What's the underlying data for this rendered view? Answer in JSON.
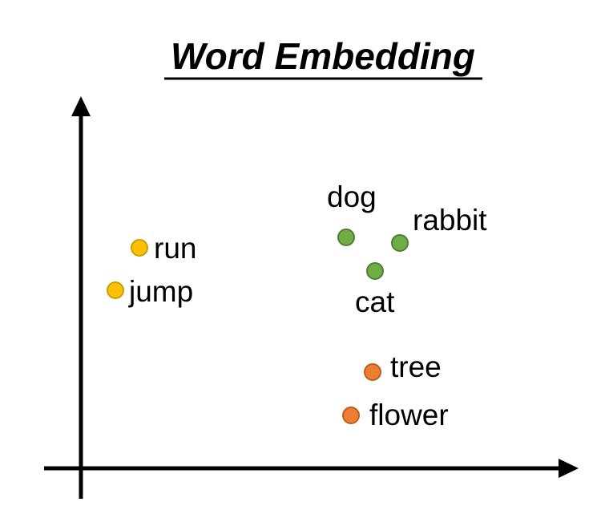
{
  "title": "Word Embedding",
  "colors": {
    "axis": "#000000",
    "cluster_verbs_fill": "#FFC000",
    "cluster_verbs_stroke": "#C9A000",
    "cluster_animals_fill": "#70AD47",
    "cluster_animals_stroke": "#4F7F33",
    "cluster_plants_fill": "#ED7D31",
    "cluster_plants_stroke": "#B85F24"
  },
  "words": [
    {
      "id": "run",
      "label": "run",
      "cluster": "verbs"
    },
    {
      "id": "jump",
      "label": "jump",
      "cluster": "verbs"
    },
    {
      "id": "dog",
      "label": "dog",
      "cluster": "animals"
    },
    {
      "id": "rabbit",
      "label": "rabbit",
      "cluster": "animals"
    },
    {
      "id": "cat",
      "label": "cat",
      "cluster": "animals"
    },
    {
      "id": "tree",
      "label": "tree",
      "cluster": "plants"
    },
    {
      "id": "flower",
      "label": "flower",
      "cluster": "plants"
    }
  ]
}
